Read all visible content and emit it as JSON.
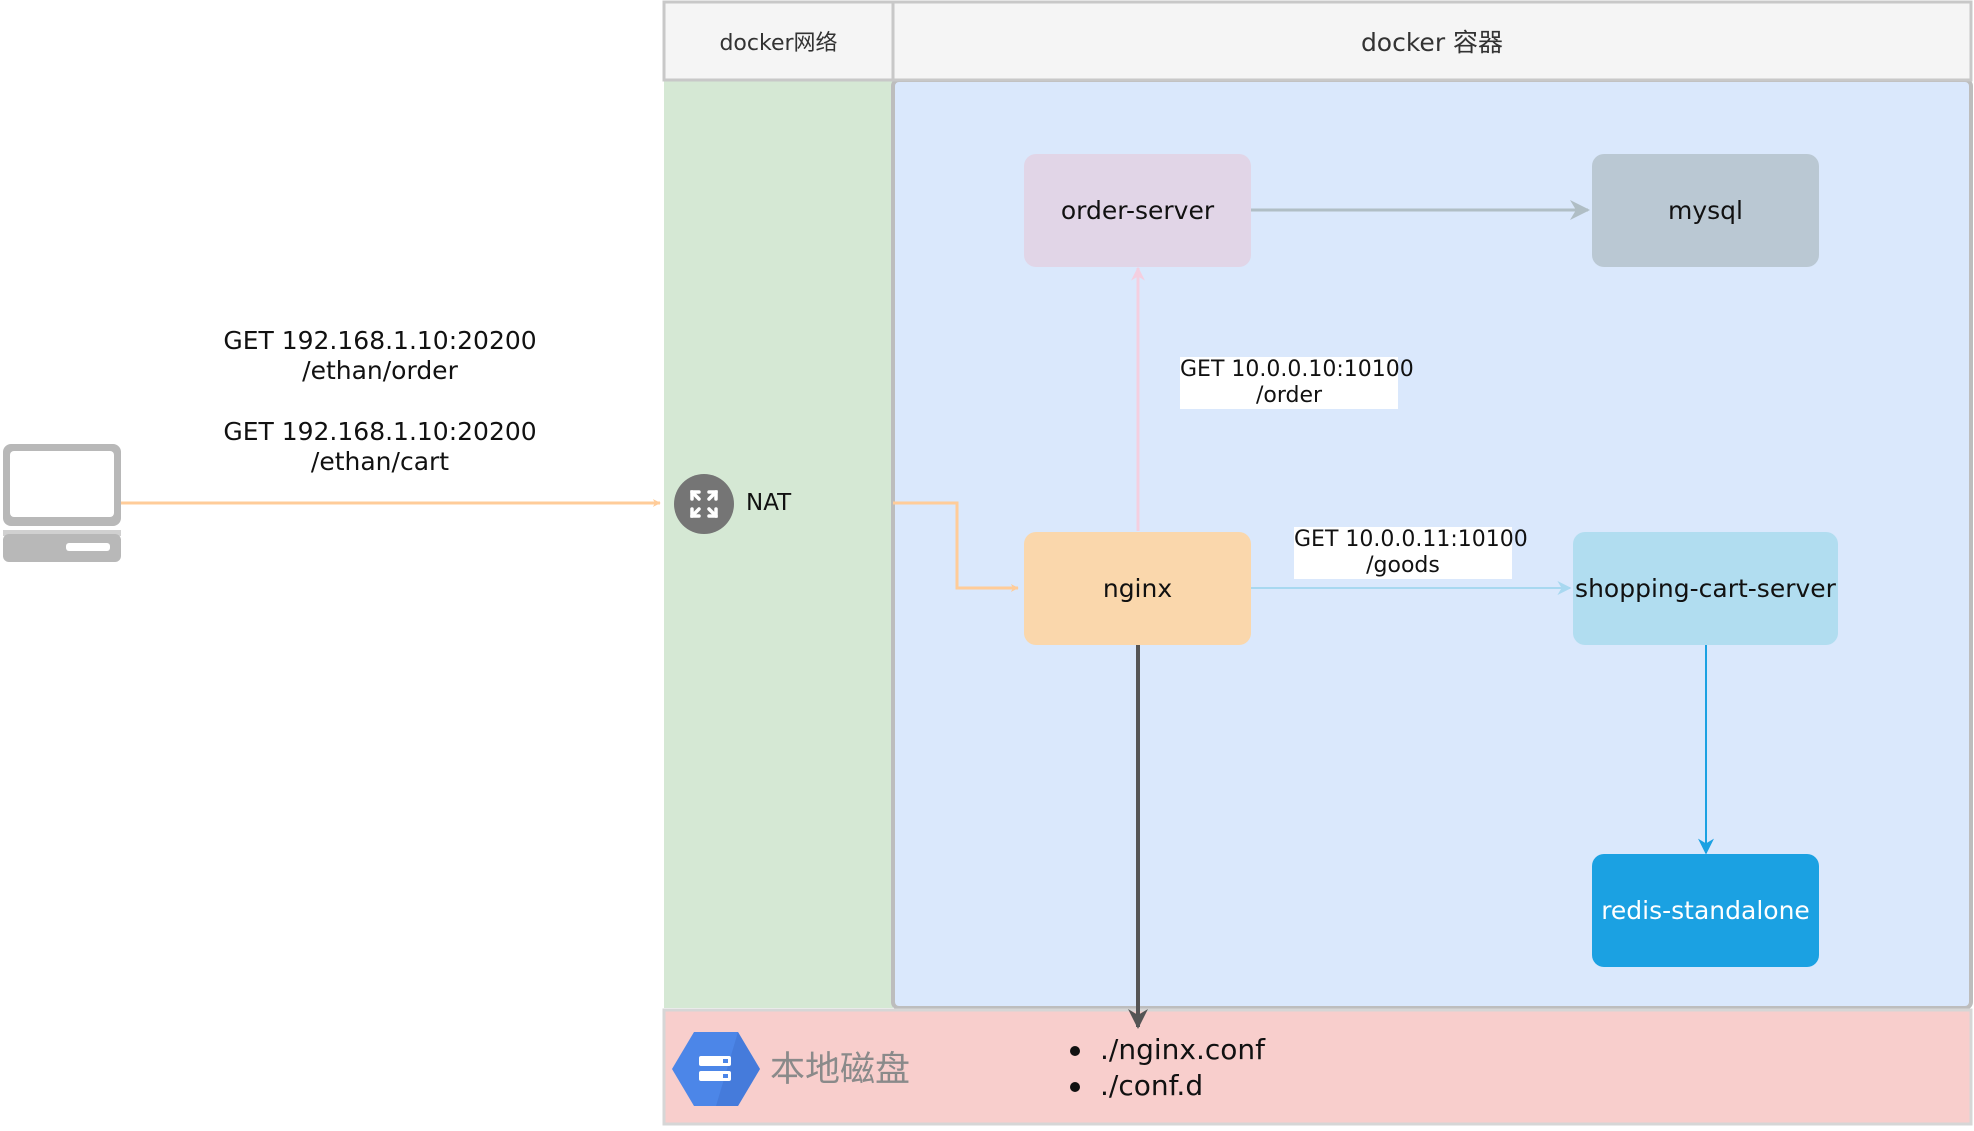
{
  "lanes": {
    "network_header": "docker网络",
    "container_header": "docker 容器"
  },
  "client": {
    "icon": "laptop-icon",
    "request1": "GET 192.168.1.10:20200",
    "request1_path": "/ethan/order",
    "request2": "GET 192.168.1.10:20200",
    "request2_path": "/ethan/cart"
  },
  "nat": {
    "icon": "nat-expand-icon",
    "label": "NAT"
  },
  "nodes": {
    "order_server": "order-server",
    "mysql": "mysql",
    "nginx": "nginx",
    "shopping_cart": "shopping-cart-server",
    "redis": "redis-standalone"
  },
  "edges": {
    "to_order_line1": "GET 10.0.0.10:10100",
    "to_order_line2": "/order",
    "to_goods_line1": "GET 10.0.0.11:10100",
    "to_goods_line2": "/goods"
  },
  "disk": {
    "icon": "storage-icon",
    "label": "本地磁盘",
    "files": [
      "./nginx.conf",
      "./conf.d"
    ]
  },
  "colors": {
    "network_lane": "#d5e8d4",
    "container_lane": "#dae8fc",
    "disk_lane": "#f8cecc",
    "order_server": "#e1d5e7",
    "mysql": "#bac8d3",
    "nginx": "#fad7ac",
    "shopping_cart": "#b1ddf0",
    "redis": "#1ba1e2"
  }
}
